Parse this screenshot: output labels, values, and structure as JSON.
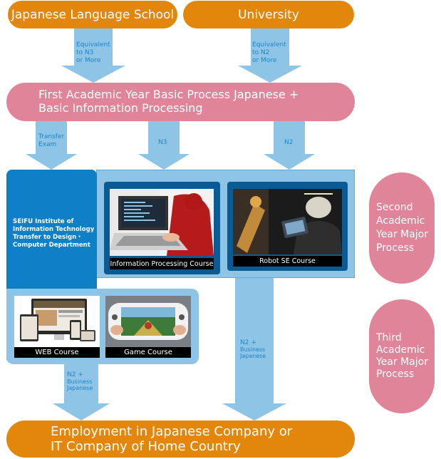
{
  "top": {
    "language_school": "Japanese Language School",
    "university": "University"
  },
  "arrows": {
    "left_top": [
      "Equivalent",
      "to N3",
      "or More"
    ],
    "right_top": [
      "Equivalent",
      "to N2",
      "or More"
    ],
    "transfer": [
      "Transfer",
      "Exam"
    ],
    "n3": "N3",
    "n2": "N2",
    "bottom_left": [
      "N2 +",
      "Business",
      "Japanese"
    ],
    "bottom_right": [
      "N2 +",
      "Business",
      "Japanese"
    ]
  },
  "first_year": {
    "line1": "First Academic Year Basic Process Japanese +",
    "line2": "Basic Information Processing"
  },
  "transfer_box": [
    "SEIFU Institute of",
    "Information Technology",
    "Transfer to Design・",
    "Computer Department"
  ],
  "courses": {
    "info_processing": "Information Processing Course",
    "robot_se": "Robot SE Course",
    "web": "WEB Course",
    "game": "Game Course"
  },
  "side": {
    "second": [
      "Second",
      "Academic",
      "Year Major",
      "Process"
    ],
    "third": [
      "Third",
      "Academic",
      "Year Major",
      "Process"
    ]
  },
  "employment": {
    "line1": "Employment in Japanese Company or",
    "line2": "IT Company of Home Country"
  },
  "colors": {
    "orange": "#e3870c",
    "pink": "#df8499",
    "light_blue": "#8ec5e6",
    "blue": "#0d80c8",
    "dark_blue": "#0a5a93"
  }
}
